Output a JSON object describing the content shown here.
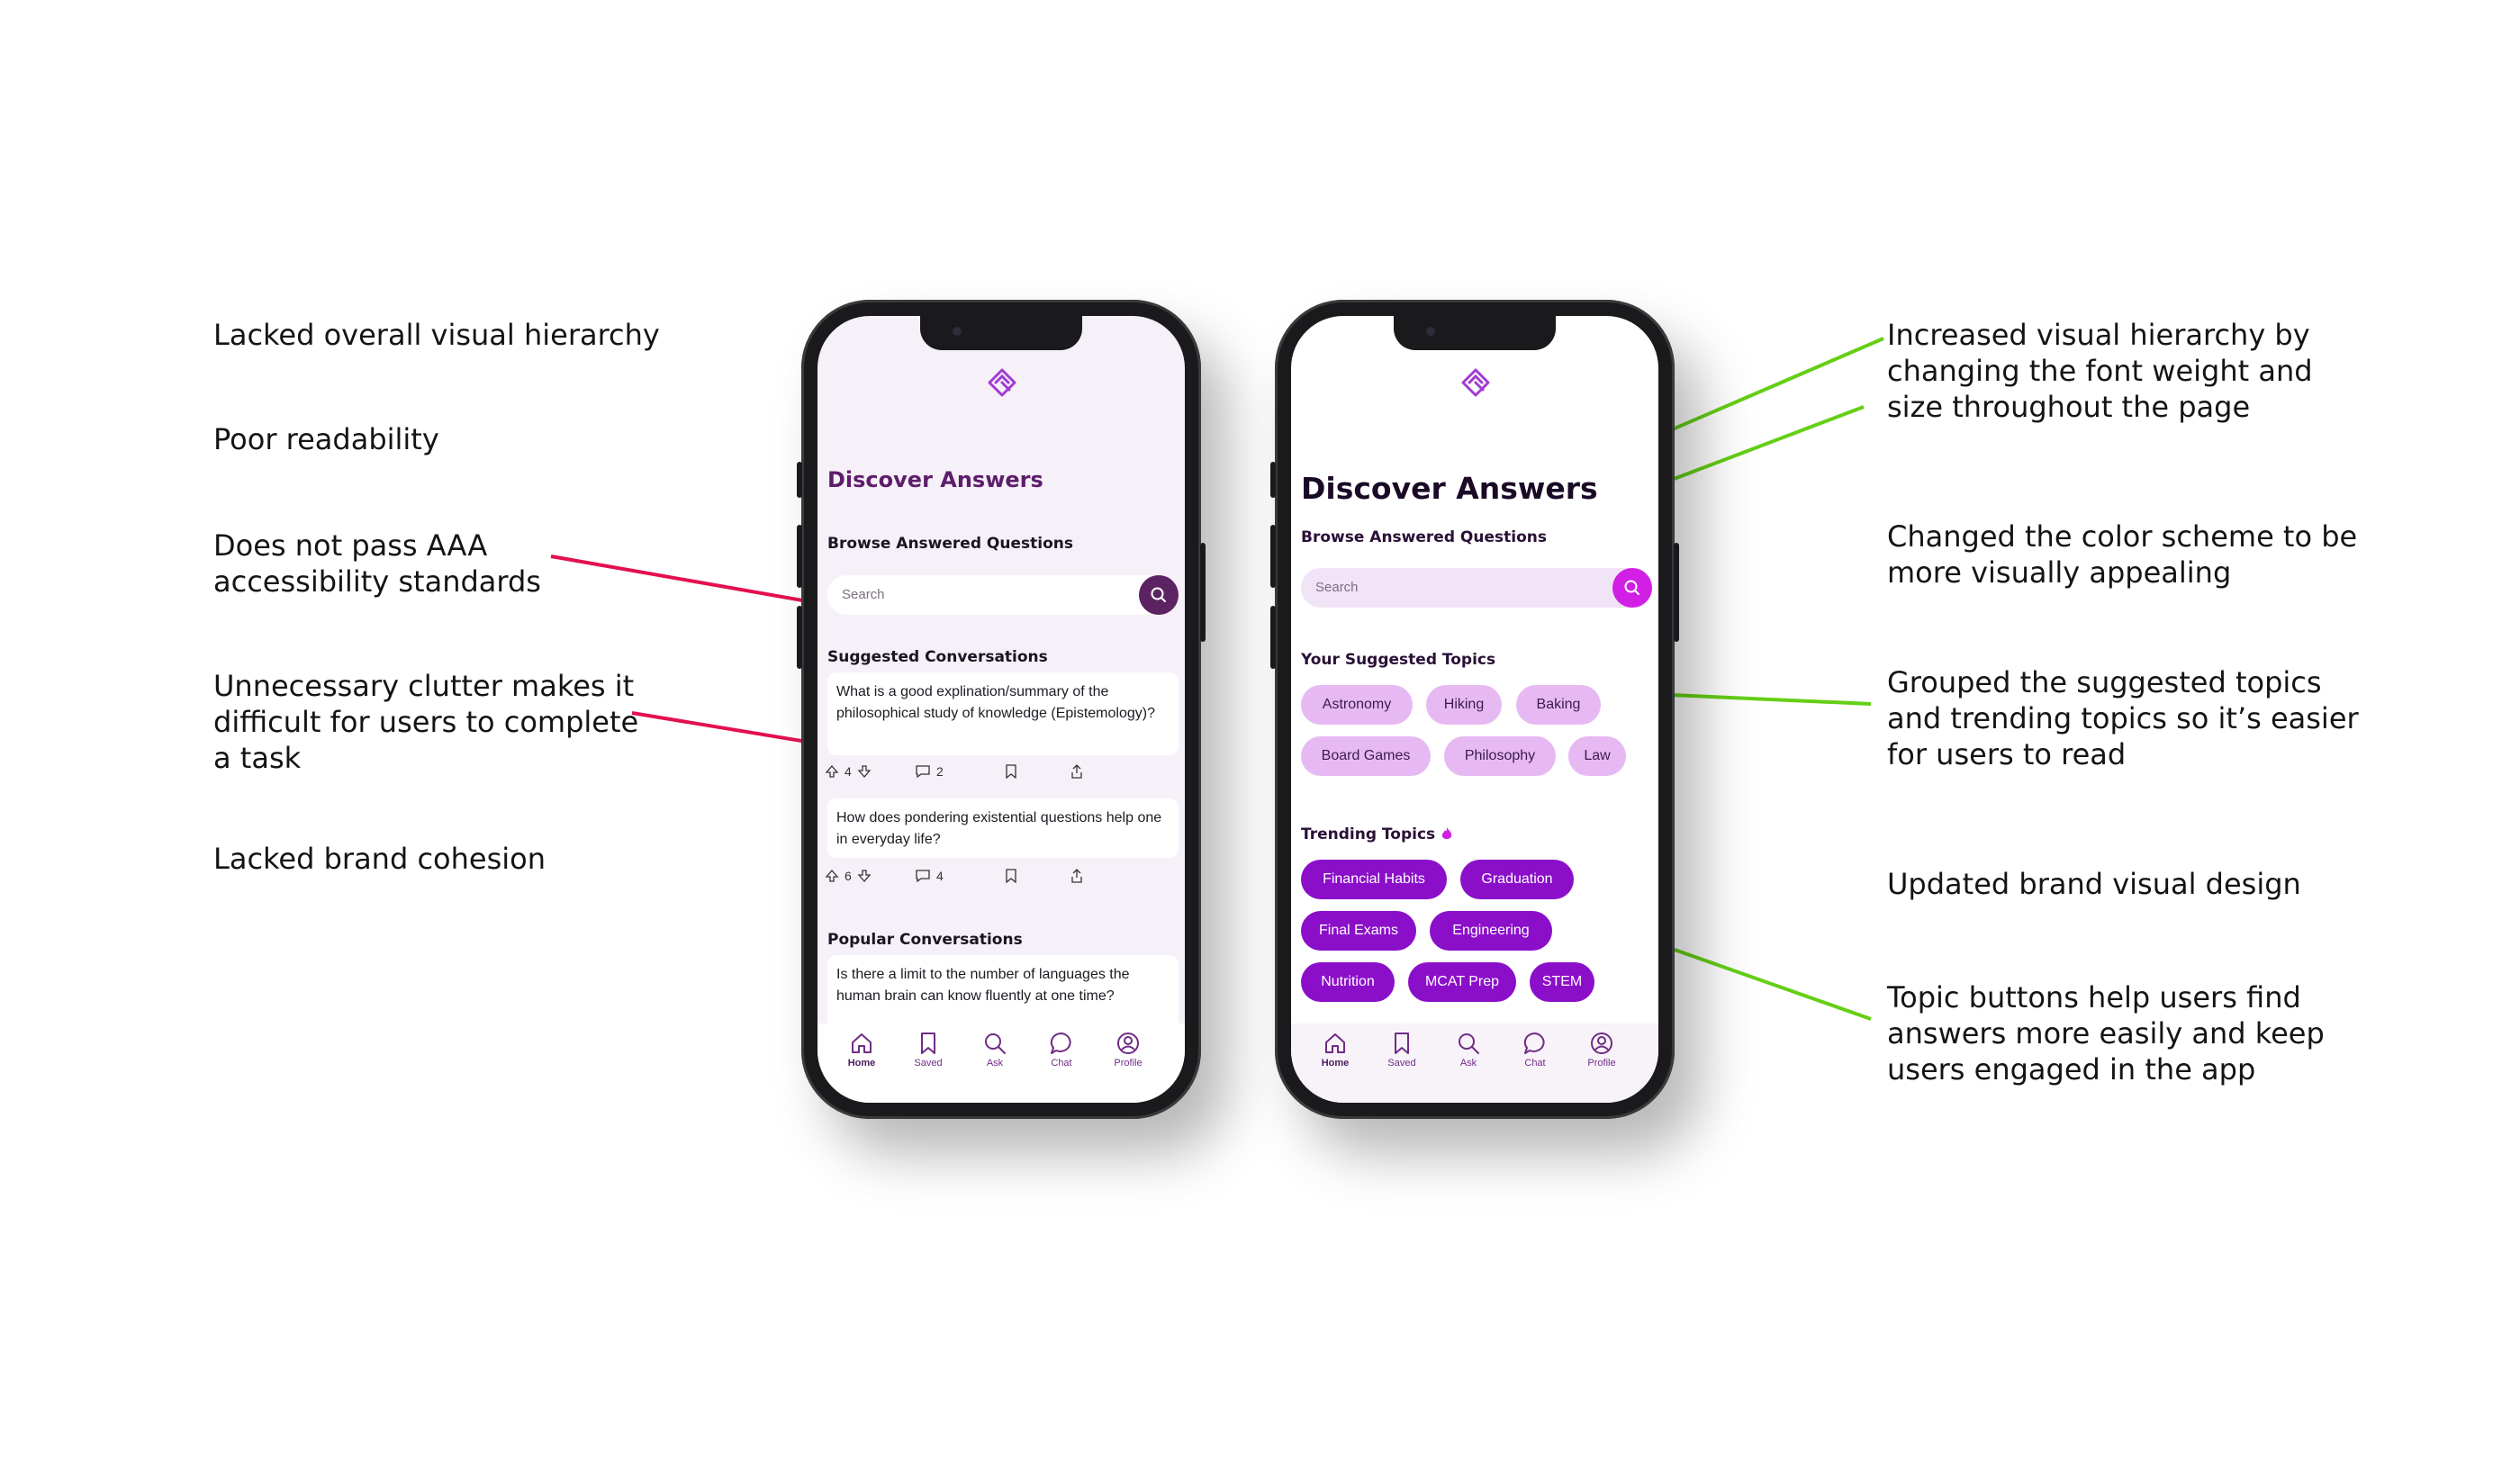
{
  "colors": {
    "problem": "#e3104f",
    "solution": "#64cf14",
    "old_title": "#5e1d6c",
    "new_title": "#1a0a26",
    "old_search_btn": "#5c2362",
    "new_search_btn": "#d21fe6",
    "chip_suggested": "#e7b9f3",
    "chip_trending": "#8b0fc9"
  },
  "left_notes": [
    {
      "lines": [
        "Lacked overall visual hierarchy"
      ]
    },
    {
      "lines": [
        "Poor readability"
      ]
    },
    {
      "lines": [
        "Does not pass AAA",
        "accessibility standards"
      ]
    },
    {
      "lines": [
        "Unnecessary clutter makes it",
        "difficult for users to complete",
        "a task"
      ]
    },
    {
      "lines": [
        "Lacked brand cohesion"
      ]
    }
  ],
  "right_notes": [
    {
      "lines": [
        "Increased visual hierarchy by",
        "changing the font weight and",
        "size throughout the page"
      ]
    },
    {
      "lines": [
        "Changed the color scheme to be",
        "more visually appealing"
      ]
    },
    {
      "lines": [
        "Grouped the suggested topics",
        "and trending topics so it’s easier",
        "for users to read"
      ]
    },
    {
      "lines": [
        "Updated brand visual design"
      ]
    },
    {
      "lines": [
        "Topic buttons help users find",
        "answers more easily and keep",
        "users engaged in the app"
      ]
    }
  ],
  "old_screen": {
    "title": "Discover Answers",
    "browse_label": "Browse Answered Questions",
    "search_placeholder": "Search",
    "suggested_label": "Suggested Conversations",
    "cards": [
      {
        "text": "What is a good explination/summary of the philosophical study of knowledge (Epistemology)?",
        "upvotes": "4",
        "comments": "2"
      },
      {
        "text": "How does pondering existential questions help one in everyday life?",
        "upvotes": "6",
        "comments": "4"
      }
    ],
    "popular_label": "Popular Conversations",
    "popular_card": "Is there a limit to the number of languages the human brain can know fluently at one time?"
  },
  "new_screen": {
    "title": "Discover Answers",
    "browse_label": "Browse Answered Questions",
    "search_placeholder": "Search",
    "suggested_topics_label": "Your Suggested Topics",
    "suggested_topics": [
      "Astronomy",
      "Hiking",
      "Baking",
      "Board Games",
      "Philosophy",
      "Law"
    ],
    "trending_label": "Trending Topics",
    "trending_topics": [
      "Financial Habits",
      "Graduation",
      "Final Exams",
      "Engineering",
      "Nutrition",
      "MCAT Prep",
      "STEM"
    ]
  },
  "tabs": [
    {
      "label": "Home",
      "icon": "home-icon"
    },
    {
      "label": "Saved",
      "icon": "bookmark-icon"
    },
    {
      "label": "Ask",
      "icon": "search-icon"
    },
    {
      "label": "Chat",
      "icon": "chat-icon"
    },
    {
      "label": "Profile",
      "icon": "profile-icon"
    }
  ]
}
